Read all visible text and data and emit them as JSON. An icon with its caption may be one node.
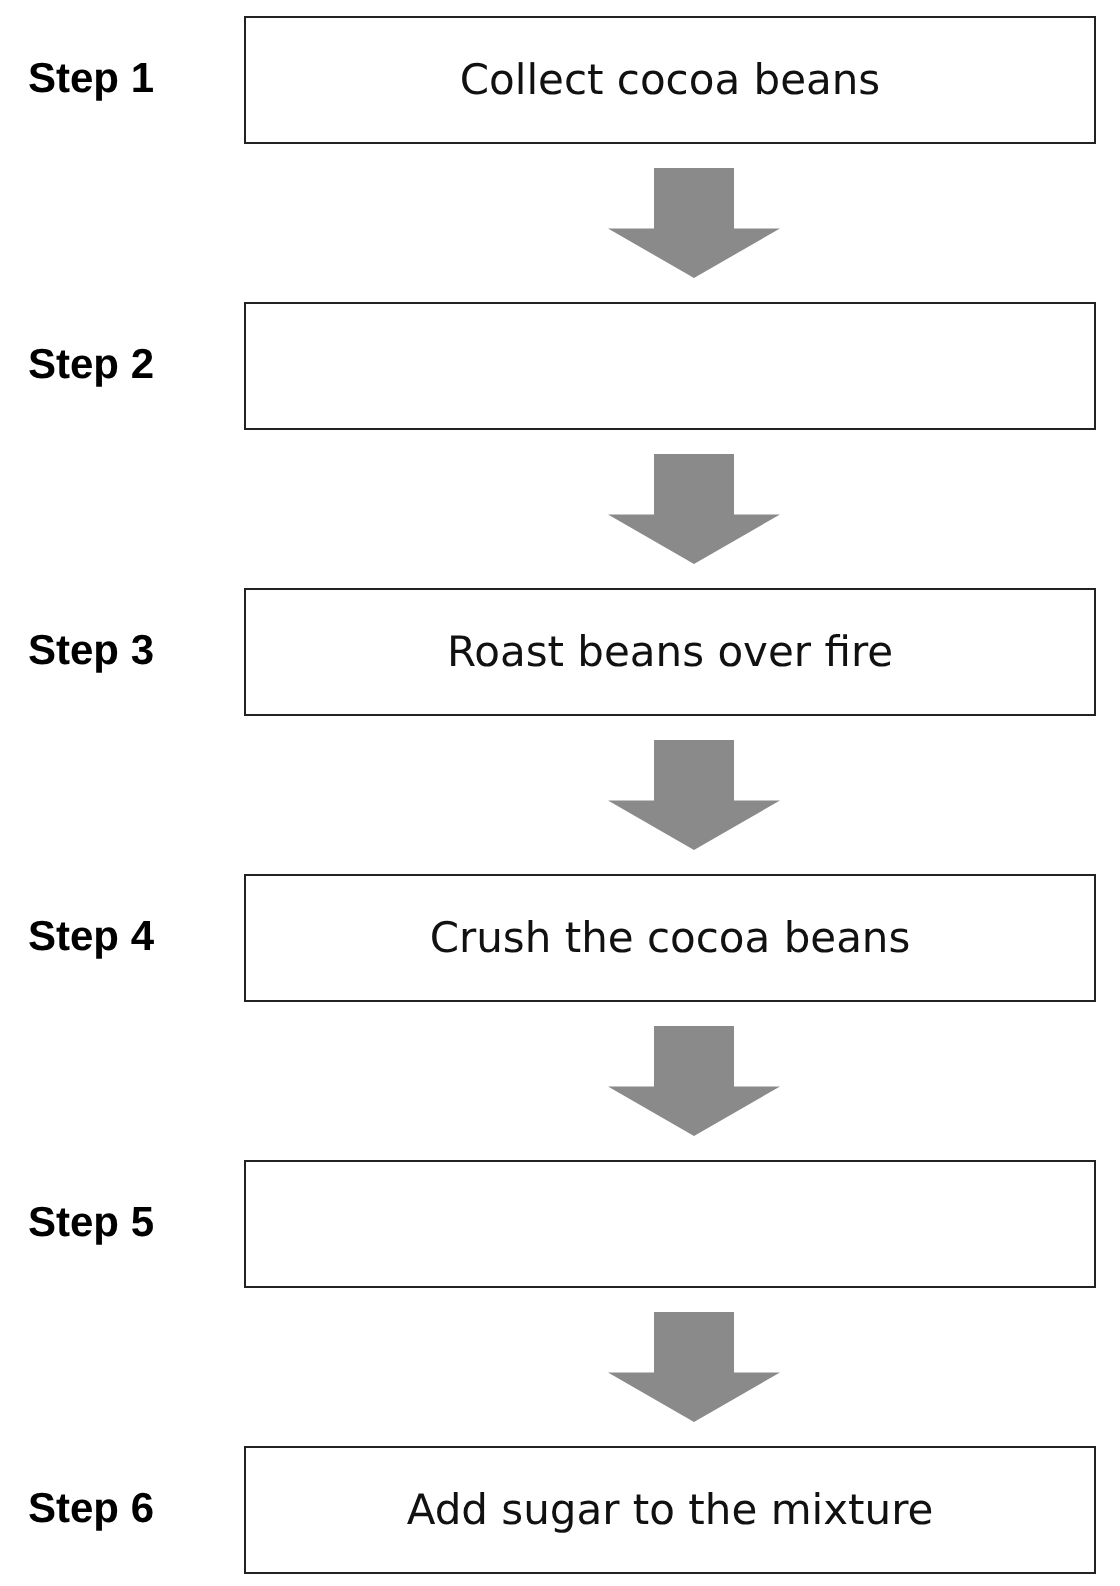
{
  "diagram": {
    "nodes": [
      {
        "text": [
          "Step 1",
          "Collect cocoa beans"
        ]
      },
      {
        "text": [
          "Step 2"
        ]
      },
      {
        "text": [
          "Step 3",
          "Roast beans over fire"
        ]
      },
      {
        "text": [
          "Step 4",
          "Crush the cocoa beans"
        ]
      },
      {
        "text": [
          "Step 5"
        ]
      },
      {
        "text": [
          "Step 6",
          "Add sugar to the mixture"
        ]
      }
    ],
    "edges": [
      {
        "from": 0,
        "to": 1,
        "arrow": "to",
        "style": "thick"
      },
      {
        "from": 1,
        "to": 2,
        "arrow": "to",
        "style": "thick"
      },
      {
        "from": 2,
        "to": 3,
        "arrow": "to",
        "style": "thick"
      },
      {
        "from": 3,
        "to": 4,
        "arrow": "to",
        "style": "thick"
      },
      {
        "from": 4,
        "to": 5,
        "arrow": "to",
        "style": "thick"
      }
    ]
  }
}
